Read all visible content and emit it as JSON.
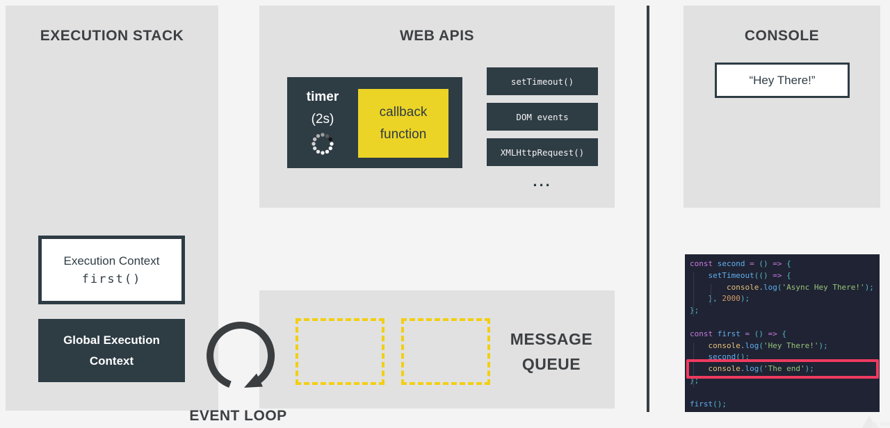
{
  "execution_stack": {
    "title": "EXECUTION STACK",
    "context_box": {
      "line1": "Execution Context",
      "line2": "first()"
    },
    "global_box": {
      "label": "Global Execution Context"
    }
  },
  "web_apis": {
    "title": "WEB APIS",
    "timer": {
      "label": "timer",
      "duration": "(2s)",
      "callback_label": "callback function"
    },
    "buttons": [
      "setTimeout()",
      "DOM events",
      "XMLHttpRequest()"
    ],
    "more": "..."
  },
  "console": {
    "title": "CONSOLE",
    "output": "“Hey There!”"
  },
  "message_queue": {
    "title": "MESSAGE QUEUE",
    "slots": 2
  },
  "event_loop": {
    "label": "EVENT LOOP"
  },
  "editor": {
    "highlight_line": 9,
    "lines": [
      [
        [
          "kw",
          "const "
        ],
        [
          "fn",
          "second"
        ],
        [
          "op",
          " = "
        ],
        [
          "pun",
          "()"
        ],
        [
          "op",
          " => "
        ],
        [
          "pun",
          "{"
        ]
      ],
      [
        [
          "pl",
          "    "
        ],
        [
          "fn",
          "setTimeout"
        ],
        [
          "pun",
          "(()"
        ],
        [
          "op",
          " => "
        ],
        [
          "pun",
          "{"
        ]
      ],
      [
        [
          "pl",
          "        "
        ],
        [
          "obj",
          "console"
        ],
        [
          "dt",
          "."
        ],
        [
          "fn",
          "log"
        ],
        [
          "pun",
          "("
        ],
        [
          "str",
          "'Async Hey There!'"
        ],
        [
          "pun",
          ");"
        ]
      ],
      [
        [
          "pl",
          "    "
        ],
        [
          "pun",
          "}, "
        ],
        [
          "num",
          "2000"
        ],
        [
          "pun",
          ");"
        ]
      ],
      [
        [
          "pun",
          "};"
        ]
      ],
      [
        [
          "pl",
          ""
        ]
      ],
      [
        [
          "kw",
          "const "
        ],
        [
          "fn",
          "first"
        ],
        [
          "op",
          " = "
        ],
        [
          "pun",
          "()"
        ],
        [
          "op",
          " => "
        ],
        [
          "pun",
          "{"
        ]
      ],
      [
        [
          "pl",
          "    "
        ],
        [
          "obj",
          "console"
        ],
        [
          "dt",
          "."
        ],
        [
          "fn",
          "log"
        ],
        [
          "pun",
          "("
        ],
        [
          "str",
          "'Hey There!'"
        ],
        [
          "pun",
          ");"
        ]
      ],
      [
        [
          "pl",
          "    "
        ],
        [
          "fn",
          "second"
        ],
        [
          "pun",
          "();"
        ]
      ],
      [
        [
          "pl",
          "    "
        ],
        [
          "obj",
          "console"
        ],
        [
          "dt",
          "."
        ],
        [
          "fn",
          "log"
        ],
        [
          "pun",
          "("
        ],
        [
          "str",
          "'The end'"
        ],
        [
          "pun",
          ");"
        ]
      ],
      [
        [
          "pun",
          "};"
        ]
      ],
      [
        [
          "pl",
          ""
        ]
      ],
      [
        [
          "fn",
          "first"
        ],
        [
          "pun",
          "();"
        ]
      ]
    ]
  },
  "colors": {
    "panel_bg": "#e1e1e1",
    "canvas_bg": "#f4f4f4",
    "dark_slate": "#2e3c44",
    "yellow": "#ecd426",
    "dash_yellow": "#f2cf12",
    "highlight_red": "#ef3a5f",
    "editor_bg": "#1f2333",
    "arrow_dark": "#3b3e40"
  },
  "icons": {
    "spinner_dot_colors": [
      "#9e9e9e",
      "#5a5a5a",
      "#141414",
      "#ffffff",
      "#ffffff",
      "#fbfbfb",
      "#f2f2f2",
      "#e9e9e9",
      "#dedede",
      "#d2d2d2",
      "#c4c4c4",
      "#b2b2b2"
    ]
  }
}
